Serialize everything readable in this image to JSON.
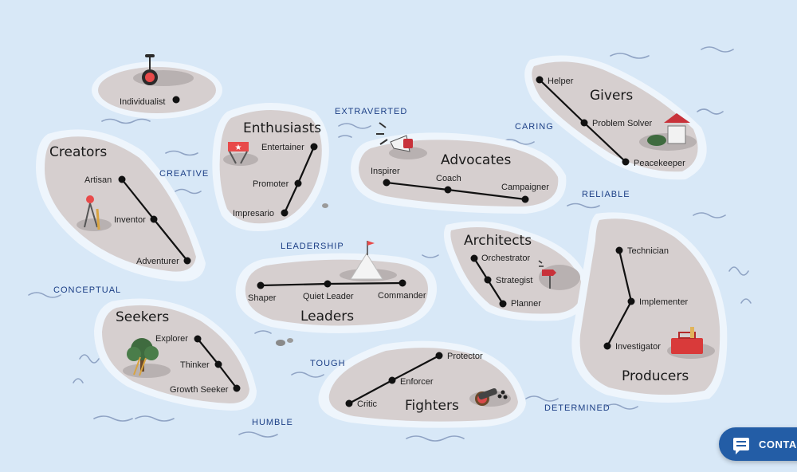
{
  "islands": {
    "individualist": {
      "roles": [
        "Individualist"
      ]
    },
    "creators": {
      "name": "Creators",
      "roles": [
        "Artisan",
        "Inventor",
        "Adventurer"
      ]
    },
    "enthusiasts": {
      "name": "Enthusiasts",
      "roles": [
        "Entertainer",
        "Promoter",
        "Impresario"
      ]
    },
    "advocates": {
      "name": "Advocates",
      "roles": [
        "Inspirer",
        "Coach",
        "Campaigner"
      ]
    },
    "givers": {
      "name": "Givers",
      "roles": [
        "Helper",
        "Problem Solver",
        "Peacekeeper"
      ]
    },
    "architects": {
      "name": "Architects",
      "roles": [
        "Orchestrator",
        "Strategist",
        "Planner"
      ]
    },
    "producers": {
      "name": "Producers",
      "roles": [
        "Technician",
        "Implementer",
        "Investigator"
      ]
    },
    "leaders": {
      "name": "Leaders",
      "roles": [
        "Shaper",
        "Quiet Leader",
        "Commander"
      ]
    },
    "seekers": {
      "name": "Seekers",
      "roles": [
        "Explorer",
        "Thinker",
        "Growth Seeker"
      ]
    },
    "fighters": {
      "name": "Fighters",
      "roles": [
        "Protector",
        "Enforcer",
        "Critic"
      ]
    }
  },
  "traits": {
    "extraverted": "EXTRAVERTED",
    "caring": "CARING",
    "creative": "CREATIVE",
    "reliable": "RELIABLE",
    "leadership": "LEADERSHIP",
    "conceptual": "CONCEPTUAL",
    "tough": "TOUGH",
    "humble": "HUMBLE",
    "determined": "DETERMINED"
  },
  "contact_button": {
    "label": "CONTAC"
  },
  "colors": {
    "sea": "#d8e8f7",
    "island": "#d6cfcf",
    "shore": "#eef5fc",
    "trait_text": "#1c3f86",
    "button": "#235da6"
  }
}
